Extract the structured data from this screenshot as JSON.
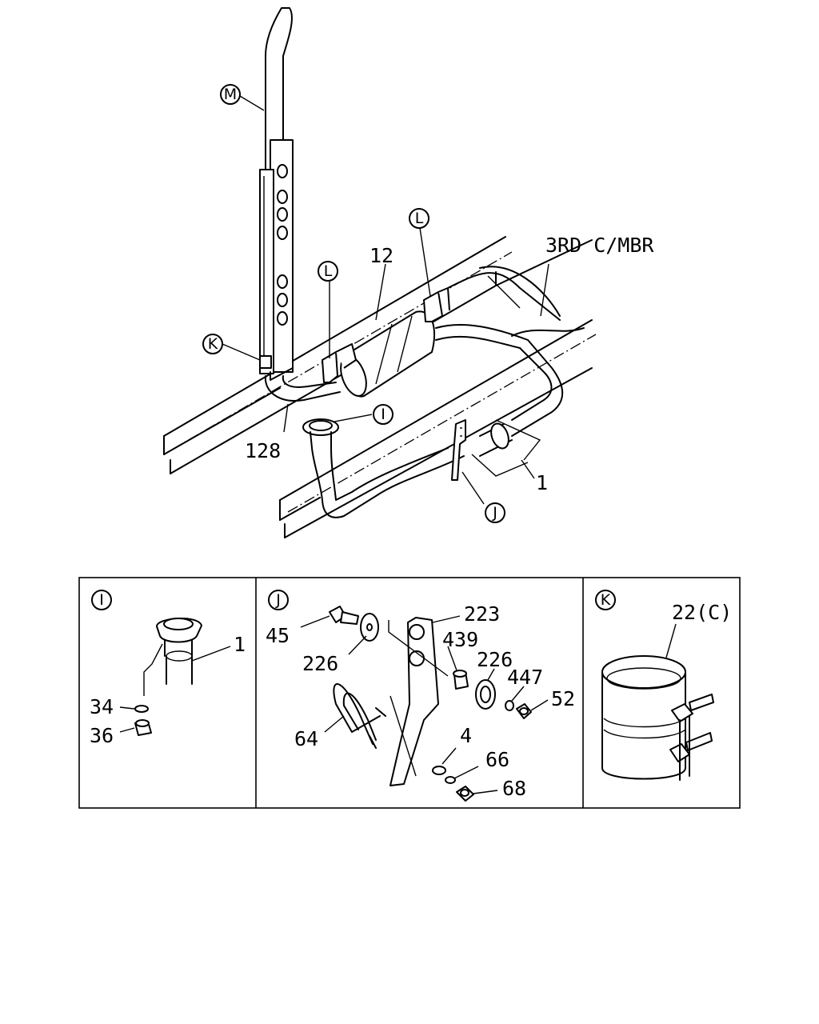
{
  "callouts": {
    "M": "M",
    "L1": "L",
    "L2": "L",
    "K": "K",
    "I": "I",
    "J": "J"
  },
  "parts": {
    "p12": "12",
    "p128": "128",
    "p1": "1",
    "third_cmbr": "3RD C/MBR"
  },
  "panel_i": {
    "title": "I",
    "p1": "1",
    "p34": "34",
    "p36": "36"
  },
  "panel_j": {
    "title": "J",
    "p45": "45",
    "p223": "223",
    "p226a": "226",
    "p439": "439",
    "p226b": "226",
    "p447": "447",
    "p52": "52",
    "p64": "64",
    "p4": "4",
    "p66": "66",
    "p68": "68"
  },
  "panel_k": {
    "title": "K",
    "p22c": "22(C)"
  }
}
